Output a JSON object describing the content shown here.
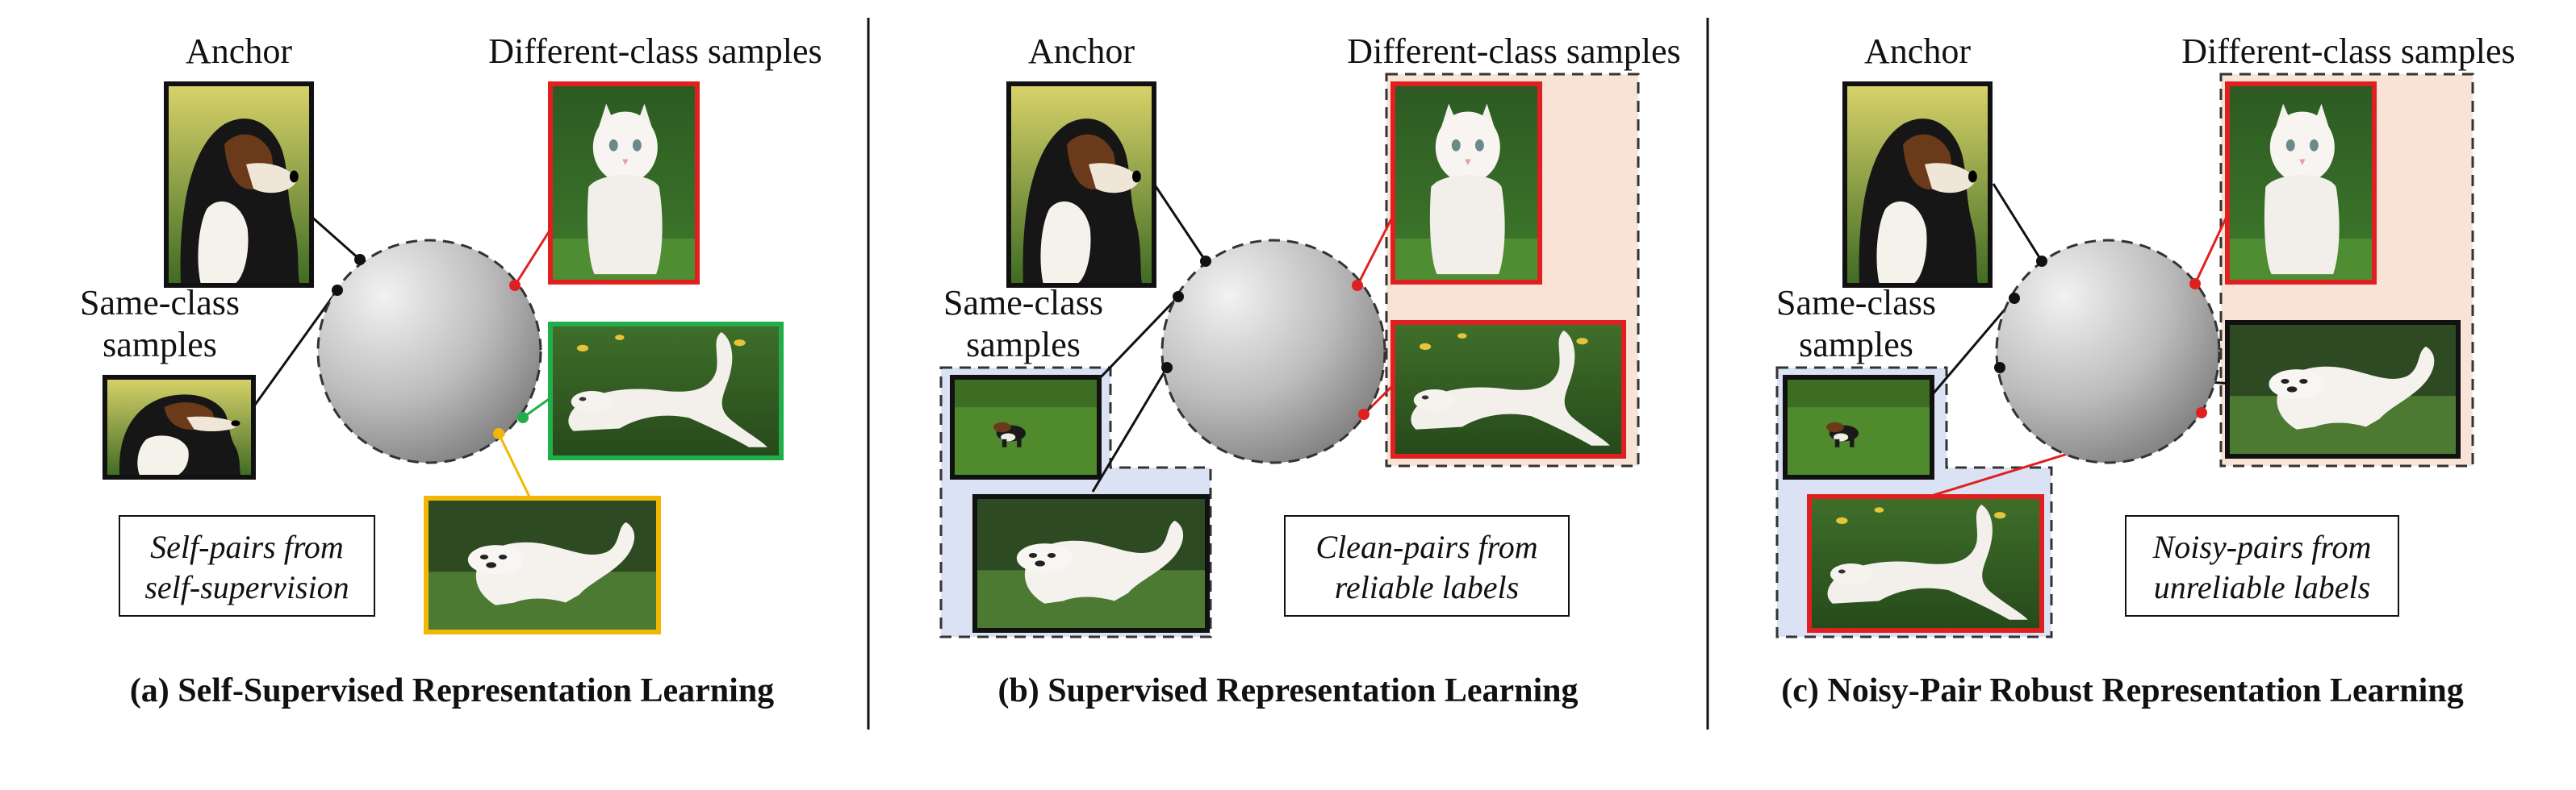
{
  "colors": {
    "red": "#e02020",
    "green": "#1fae4a",
    "yellow": "#f2b705",
    "clean_region": "#f9e3d6",
    "same_region": "#dbe2f3",
    "line": "#111111"
  },
  "panels": [
    {
      "anchor_label": "Anchor",
      "diff_label": "Different-class samples",
      "same_label_line1": "Same-class",
      "same_label_line2": "samples",
      "box_line1": "Self-pairs from",
      "box_line2": "self-supervision",
      "caption": "(a) Self-Supervised Representation Learning"
    },
    {
      "anchor_label": "Anchor",
      "diff_label": "Different-class samples",
      "same_label_line1": "Same-class",
      "same_label_line2": "samples",
      "box_line1": "Clean-pairs from",
      "box_line2": "reliable labels",
      "caption": "(b) Supervised Representation Learning"
    },
    {
      "anchor_label": "Anchor",
      "diff_label": "Different-class samples",
      "same_label_line1": "Same-class",
      "same_label_line2": "samples",
      "box_line1": "Noisy-pairs from",
      "box_line2": "unreliable labels",
      "caption": "(c) Noisy-Pair Robust Representation Learning"
    }
  ]
}
